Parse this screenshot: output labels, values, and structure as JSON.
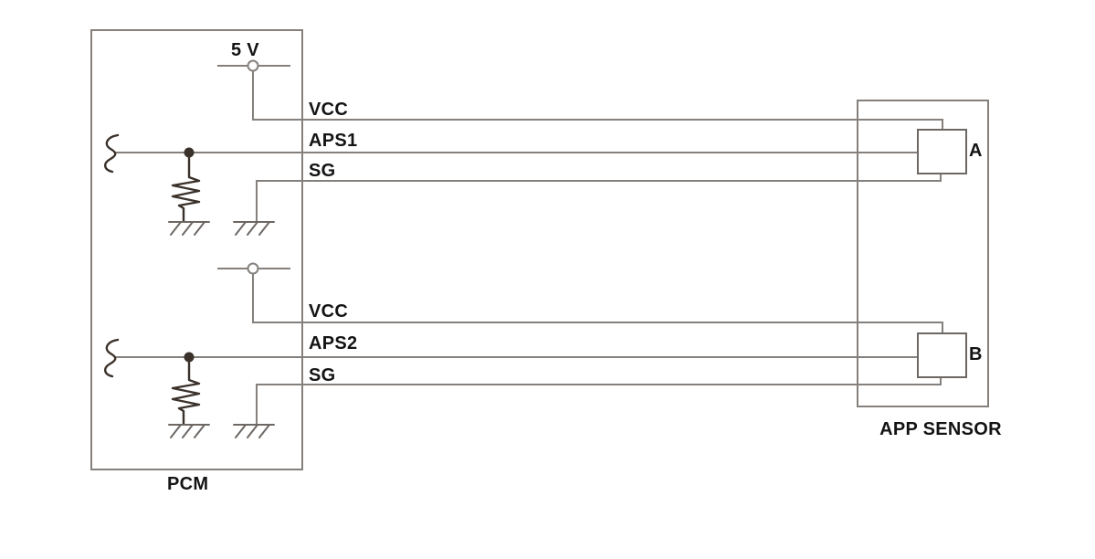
{
  "colors": {
    "wire": "#85807c",
    "outline": "#85807c",
    "component": "#6e6864",
    "dark": "#3a312b",
    "text": "#141414"
  },
  "pcm": {
    "label": "PCM",
    "supply_label": "5 V"
  },
  "channel1": {
    "vcc_label": "VCC",
    "signal_label": "APS1",
    "ground_label": "SG"
  },
  "channel2": {
    "vcc_label": "VCC",
    "signal_label": "APS2",
    "ground_label": "SG"
  },
  "sensor": {
    "label": "APP SENSOR",
    "element_a_label": "A",
    "element_b_label": "B"
  }
}
